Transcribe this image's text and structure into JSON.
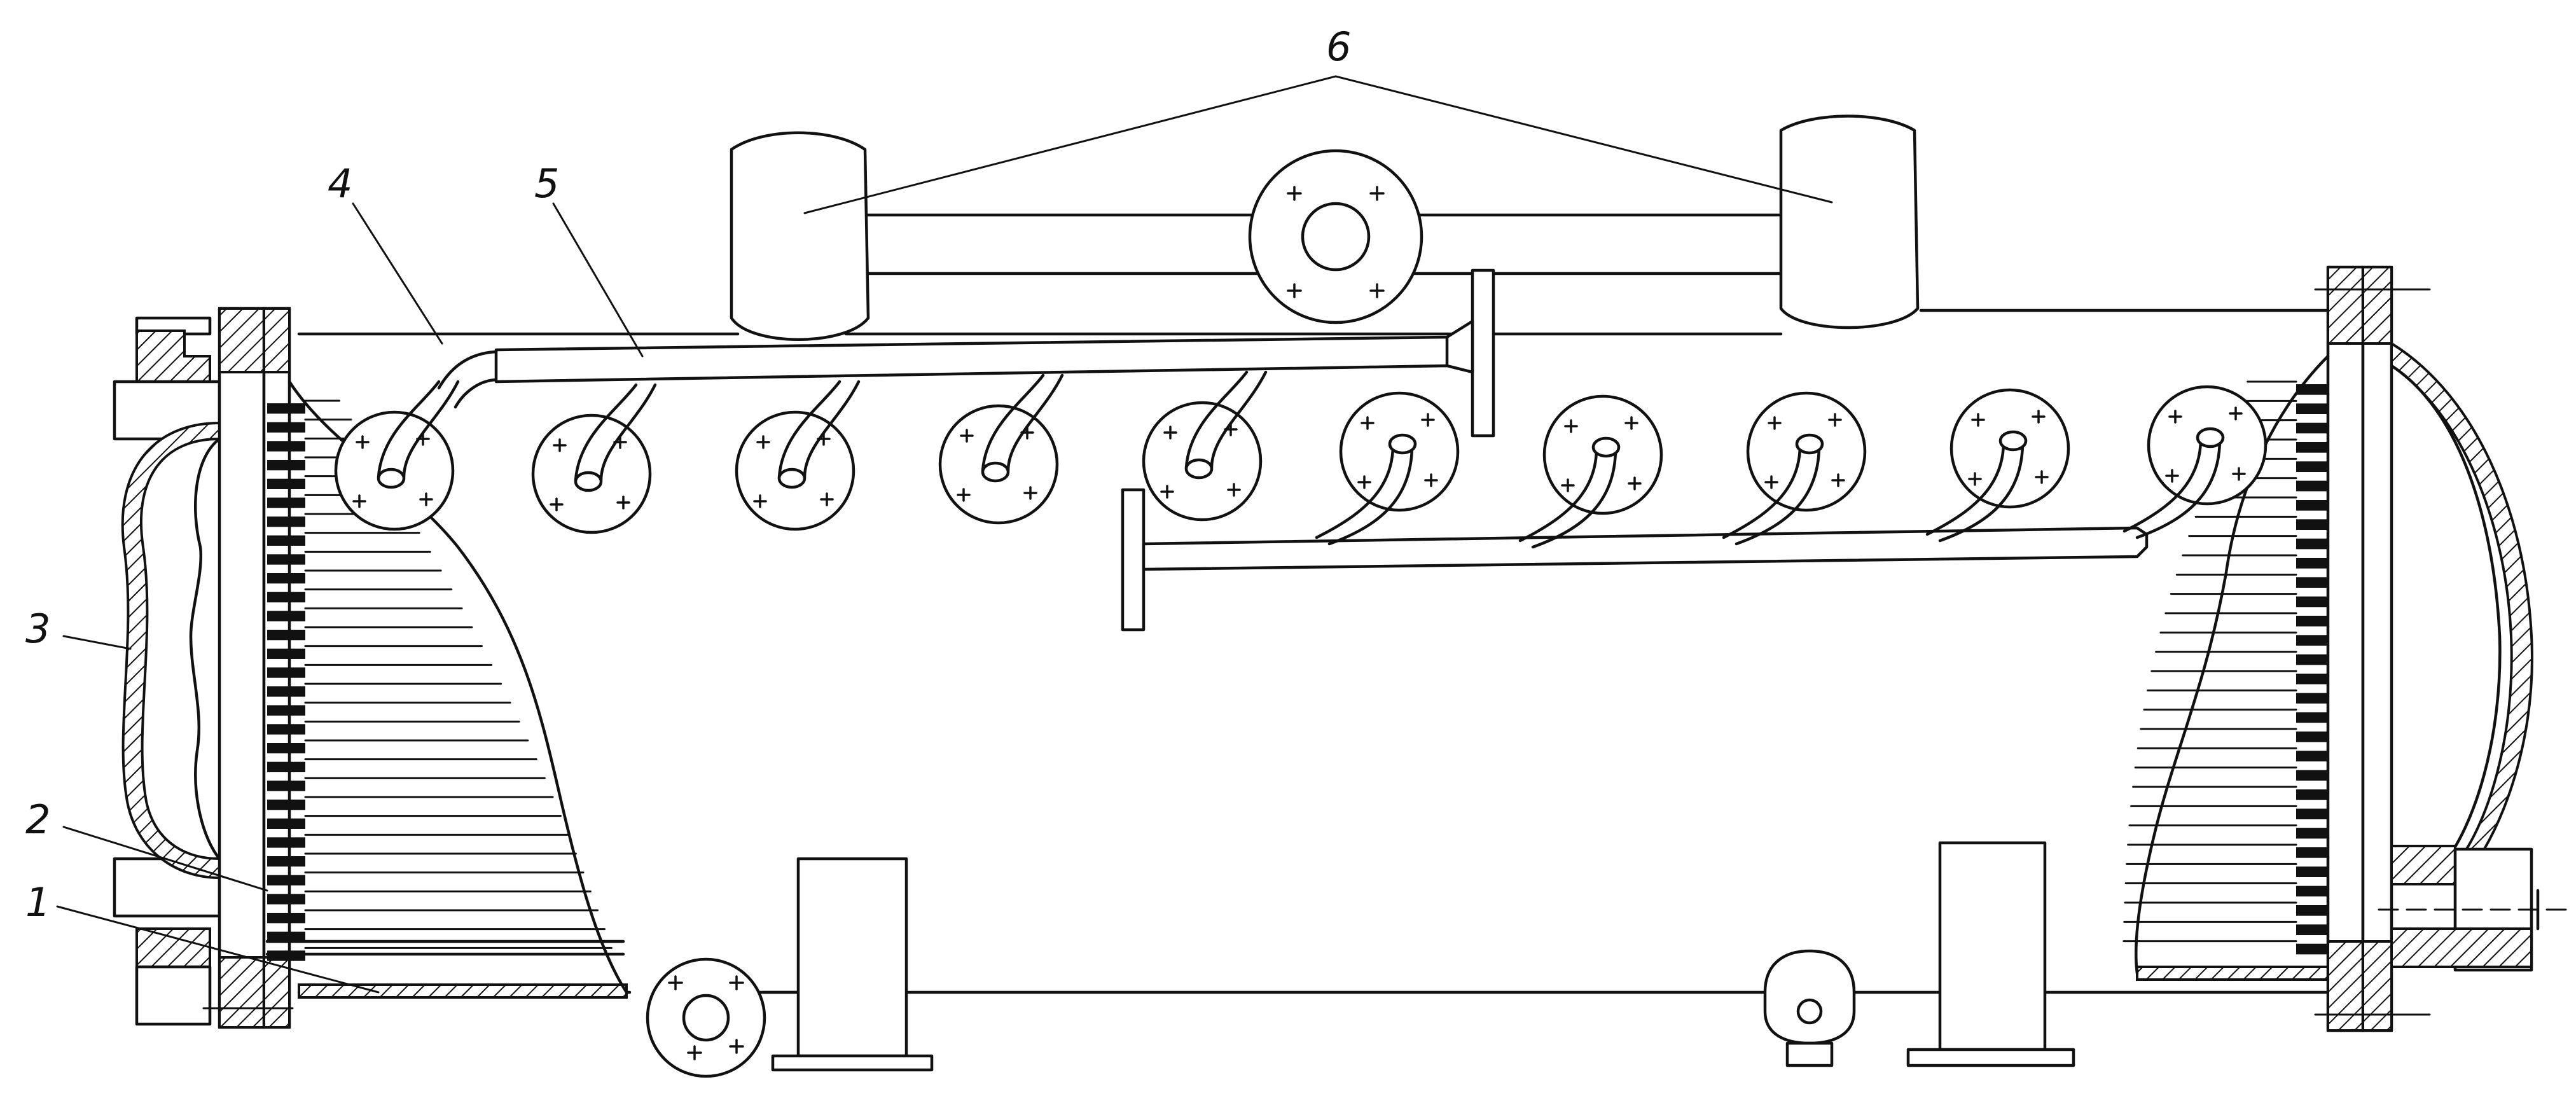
{
  "labels": {
    "l1": "1",
    "l2": "2",
    "l3": "3",
    "l4": "4",
    "l5": "5",
    "l6": "6"
  },
  "icons": {
    "nozzle": "flange-nozzle-icon",
    "support": "saddle-support-icon"
  }
}
